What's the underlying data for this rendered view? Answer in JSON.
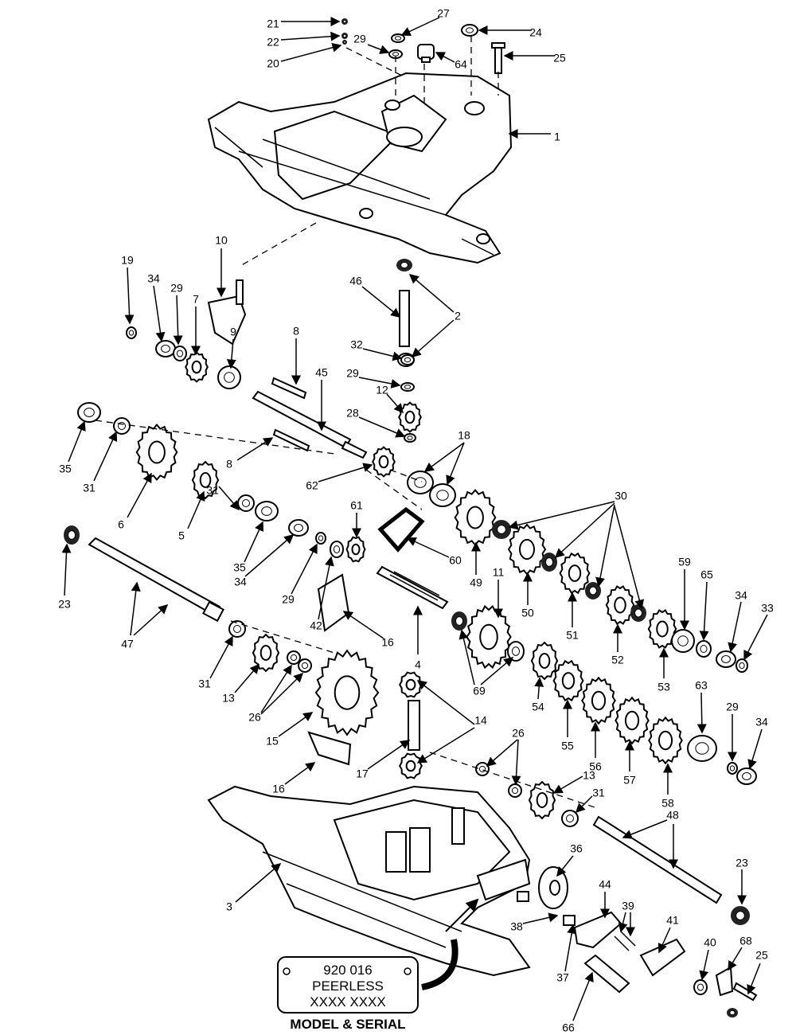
{
  "plate": {
    "line1": "920 016",
    "line2": "PEERLESS",
    "line3": "XXXX XXXX",
    "caption": "MODEL & SERIAL"
  },
  "callouts": [
    "1",
    "2",
    "3",
    "4",
    "5",
    "6",
    "7",
    "8",
    "9",
    "10",
    "11",
    "12",
    "13",
    "14",
    "15",
    "16",
    "17",
    "18",
    "19",
    "20",
    "21",
    "22",
    "23",
    "24",
    "25",
    "26",
    "27",
    "28",
    "29",
    "30",
    "31",
    "32",
    "33",
    "34",
    "35",
    "36",
    "37",
    "38",
    "39",
    "40",
    "41",
    "42",
    "44",
    "45",
    "46",
    "47",
    "48",
    "49",
    "50",
    "51",
    "52",
    "53",
    "54",
    "55",
    "56",
    "57",
    "58",
    "59",
    "60",
    "61",
    "62",
    "63",
    "64",
    "65",
    "66",
    "68",
    "69"
  ]
}
